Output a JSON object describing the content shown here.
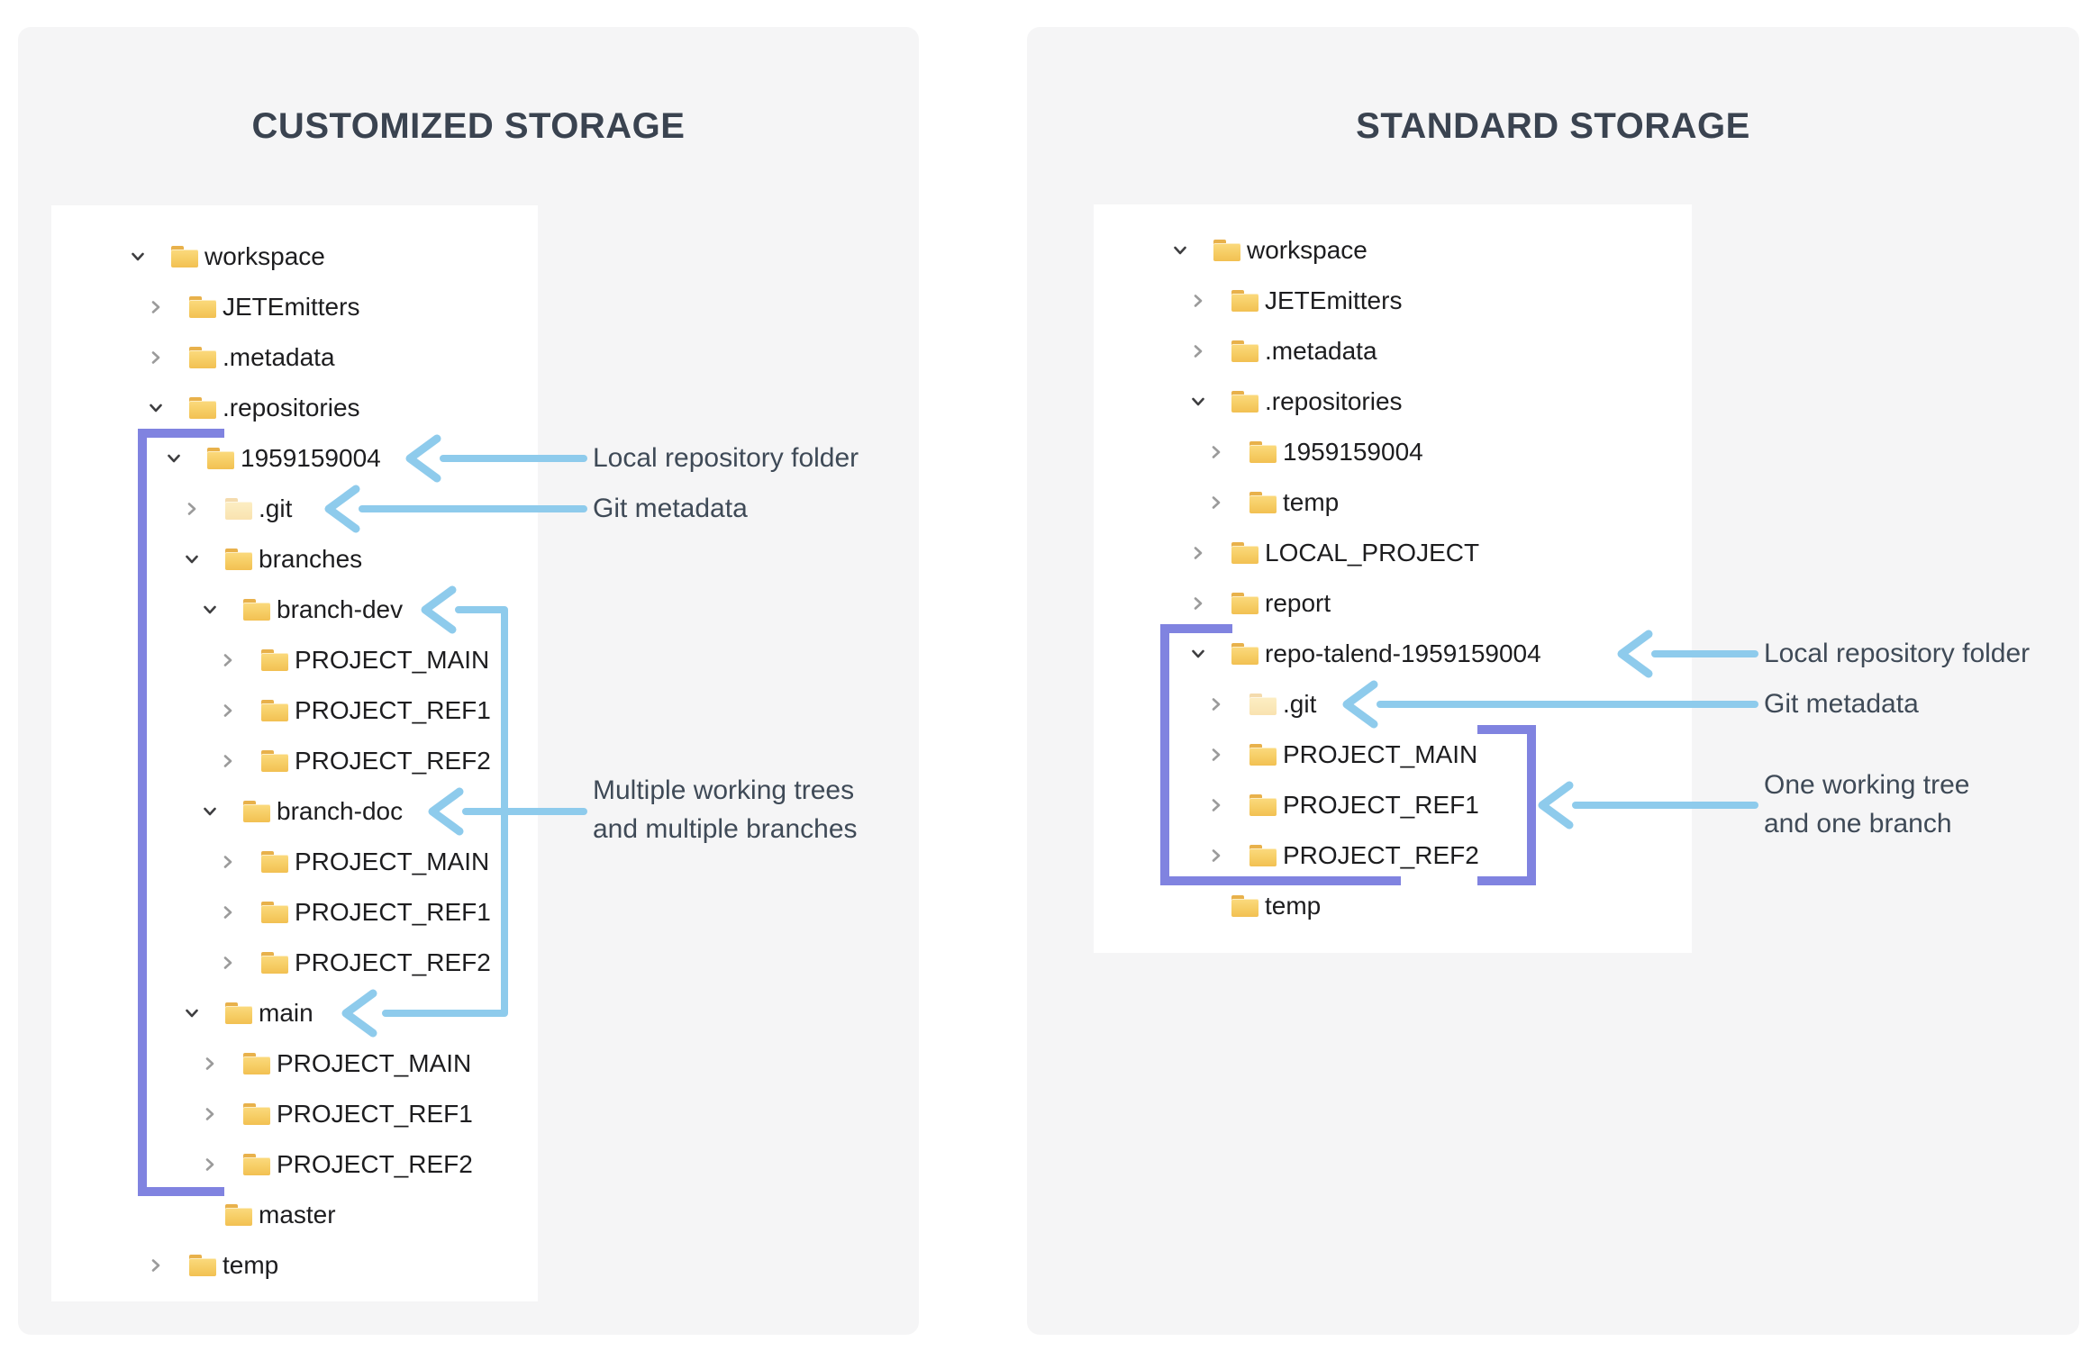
{
  "left_panel": {
    "title": "CUSTOMIZED STORAGE",
    "tree": [
      {
        "label": "workspace",
        "level": 1,
        "chevron": "expanded"
      },
      {
        "label": "JETEmitters",
        "level": 2,
        "chevron": "collapsed"
      },
      {
        "label": ".metadata",
        "level": 2,
        "chevron": "collapsed"
      },
      {
        "label": ".repositories",
        "level": 2,
        "chevron": "expanded"
      },
      {
        "label": "1959159004",
        "level": 3,
        "chevron": "expanded"
      },
      {
        "label": ".git",
        "level": 4,
        "chevron": "collapsed",
        "pale": true
      },
      {
        "label": "branches",
        "level": 4,
        "chevron": "expanded"
      },
      {
        "label": "branch-dev",
        "level": 5,
        "chevron": "expanded"
      },
      {
        "label": "PROJECT_MAIN",
        "level": 6,
        "chevron": "collapsed"
      },
      {
        "label": "PROJECT_REF1",
        "level": 6,
        "chevron": "collapsed"
      },
      {
        "label": "PROJECT_REF2",
        "level": 6,
        "chevron": "collapsed"
      },
      {
        "label": "branch-doc",
        "level": 5,
        "chevron": "expanded"
      },
      {
        "label": "PROJECT_MAIN",
        "level": 6,
        "chevron": "collapsed"
      },
      {
        "label": "PROJECT_REF1",
        "level": 6,
        "chevron": "collapsed"
      },
      {
        "label": "PROJECT_REF2",
        "level": 6,
        "chevron": "collapsed"
      },
      {
        "label": "main",
        "level": 4,
        "chevron": "expanded"
      },
      {
        "label": "PROJECT_MAIN",
        "level": 5,
        "chevron": "collapsed"
      },
      {
        "label": "PROJECT_REF1",
        "level": 5,
        "chevron": "collapsed"
      },
      {
        "label": "PROJECT_REF2",
        "level": 5,
        "chevron": "collapsed"
      },
      {
        "label": "master",
        "level": 4,
        "chevron": "none"
      },
      {
        "label": "temp",
        "level": 2,
        "chevron": "collapsed"
      }
    ],
    "annotations": {
      "local_repo": "Local repository folder",
      "git_metadata": "Git metadata",
      "multi_line1": "Multiple working trees",
      "multi_line2": "and multiple branches"
    }
  },
  "right_panel": {
    "title": "STANDARD STORAGE",
    "tree": [
      {
        "label": "workspace",
        "level": 1,
        "chevron": "expanded"
      },
      {
        "label": "JETEmitters",
        "level": 2,
        "chevron": "collapsed"
      },
      {
        "label": ".metadata",
        "level": 2,
        "chevron": "collapsed"
      },
      {
        "label": ".repositories",
        "level": 2,
        "chevron": "expanded"
      },
      {
        "label": "1959159004",
        "level": 3,
        "chevron": "collapsed"
      },
      {
        "label": "temp",
        "level": 3,
        "chevron": "collapsed"
      },
      {
        "label": "LOCAL_PROJECT",
        "level": 2,
        "chevron": "collapsed"
      },
      {
        "label": "report",
        "level": 2,
        "chevron": "collapsed"
      },
      {
        "label": "repo-talend-1959159004",
        "level": 2,
        "chevron": "expanded"
      },
      {
        "label": ".git",
        "level": 3,
        "chevron": "collapsed",
        "pale": true
      },
      {
        "label": "PROJECT_MAIN",
        "level": 3,
        "chevron": "collapsed"
      },
      {
        "label": "PROJECT_REF1",
        "level": 3,
        "chevron": "collapsed"
      },
      {
        "label": "PROJECT_REF2",
        "level": 3,
        "chevron": "collapsed"
      },
      {
        "label": "temp",
        "level": 2,
        "chevron": "none"
      }
    ],
    "annotations": {
      "local_repo": "Local repository folder",
      "git_metadata": "Git metadata",
      "one_line1": "One working tree",
      "one_line2": "and one branch"
    }
  },
  "colors": {
    "accent_blue": "#8ecbec",
    "accent_purple": "#8083e0",
    "folder_yellow": "#f5c65d",
    "folder_tab": "#e8b14b",
    "title_text": "#3a4350",
    "annotation_text": "#3f4a57",
    "tree_text": "#1d1d1f",
    "panel_bg": "#f5f5f6"
  }
}
